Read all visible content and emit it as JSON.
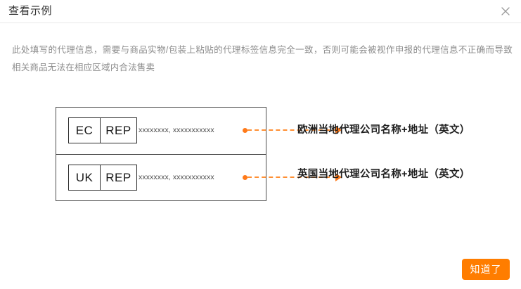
{
  "dialog": {
    "title": "查看示例",
    "close_icon": "close-icon",
    "description": "此处填写的代理信息，需要与商品实物/包装上粘贴的代理标签信息完全一致，否则可能会被视作申报的代理信息不正确而导致相关商品无法在相应区域内合法售卖"
  },
  "diagram": {
    "rows": [
      {
        "symbol_left": "EC",
        "symbol_right": "REP",
        "placeholder": "xxxxxxxx, xxxxxxxxxxx",
        "callout": "欧洲当地代理公司名称+地址（英文）"
      },
      {
        "symbol_left": "UK",
        "symbol_right": "REP",
        "placeholder": "xxxxxxxx, xxxxxxxxxxx",
        "callout": "英国当地代理公司名称+地址（英文）"
      }
    ]
  },
  "footer": {
    "confirm_label": "知道了"
  },
  "colors": {
    "accent_orange": "#ff7d00",
    "connector_orange": "#ff7a1a",
    "border_dark": "#2b2b2b",
    "text_primary": "#333333",
    "text_muted": "#8c8c8c",
    "divider": "#e8e8e8"
  }
}
